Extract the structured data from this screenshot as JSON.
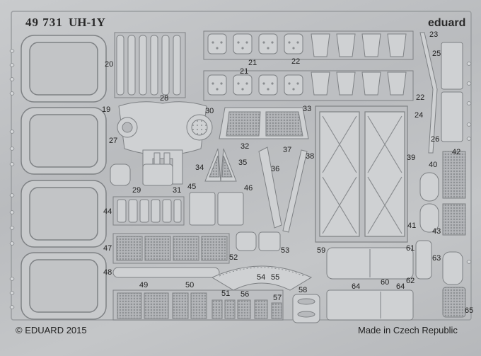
{
  "header": {
    "code": "49 731",
    "model": "UH-1Y",
    "brand": "eduard"
  },
  "footer": {
    "copyright": "© EDUARD 2015",
    "origin": "Made in Czech Republic"
  },
  "part_numbers": [
    "20",
    "21",
    "21",
    "22",
    "22",
    "23",
    "25",
    "28",
    "19",
    "30",
    "27",
    "33",
    "32",
    "24",
    "26",
    "34",
    "35",
    "37",
    "36",
    "38",
    "39",
    "42",
    "40",
    "29",
    "31",
    "45",
    "46",
    "44",
    "41",
    "43",
    "47",
    "52",
    "53",
    "59",
    "61",
    "63",
    "62",
    "48",
    "54",
    "55",
    "49",
    "50",
    "51",
    "56",
    "57",
    "58",
    "64",
    "60",
    "64",
    "65"
  ],
  "colors": {
    "metal": "#c4c6c8",
    "etch_line": "#8a8d90",
    "window": "#c8cacc",
    "text": "#222222"
  }
}
